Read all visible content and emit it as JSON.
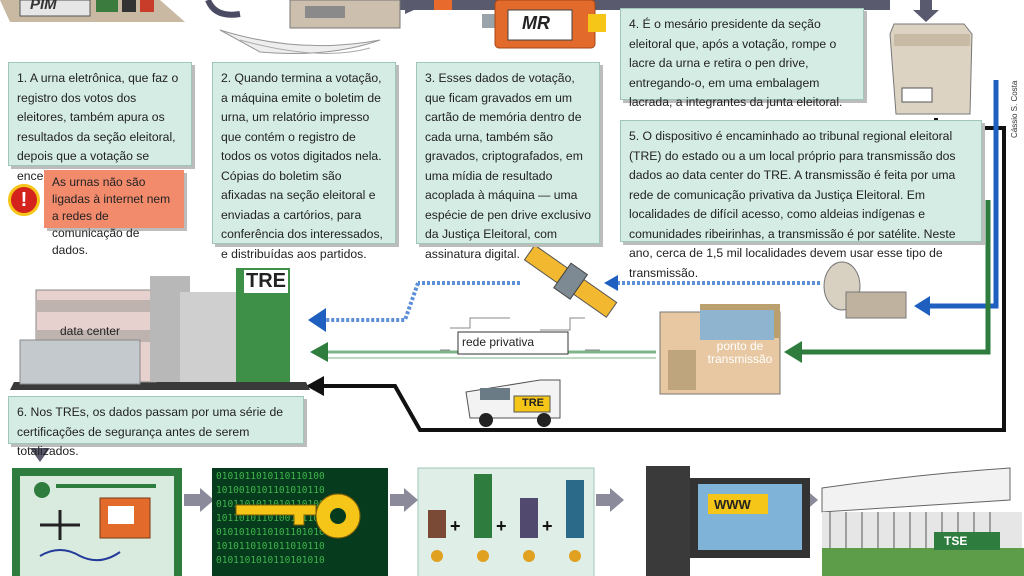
{
  "steps": [
    {
      "text": "1. A urna eletrônica, que faz o registro dos votos dos eleitores, também apura os resultados da seção eleitoral, depois que a votação se encerra."
    },
    {
      "text": "2. Quando termina a votação, a máquina emite o boletim de urna, um relatório impresso que contém o registro de todos os votos digitados nela. Cópias do boletim são afixadas na seção eleitoral e enviadas a cartórios, para conferência dos interessados, e distribuídas aos partidos."
    },
    {
      "text": "3. Esses dados de votação, que ficam gravados em um cartão de memória dentro de cada urna, também são gravados, criptografados, em uma mídia de resultado acoplada à máquina — uma espécie de pen drive exclusivo da Justiça Eleitoral, com assinatura digital."
    },
    {
      "text": "4. É o mesário presidente da seção eleitoral que, após a votação, rompe o lacre da urna e retira o pen drive, entregando-o, em uma embalagem lacrada, a integrantes da junta eleitoral."
    },
    {
      "text": "5. O dispositivo é encaminhado ao tribunal regional eleitoral (TRE) do estado ou a um local próprio para transmissão dos dados ao data center do TRE. A transmissão é feita por uma rede de comunicação privativa da Justiça Eleitoral. Em localidades de difícil acesso, como aldeias indígenas e comunidades ribeirinhas, a transmissão é por satélite. Neste ano, cerca de 1,5 mil localidades devem usar esse tipo de transmissão."
    },
    {
      "text": "6. Nos TREs, os dados passam por uma série de certificações de segurança antes de serem totalizados."
    }
  ],
  "warning": "As urnas não são ligadas à internet nem a redes de comunicação de dados.",
  "warning_icon": "!",
  "labels": {
    "urna": "PIM",
    "mr": "MR",
    "tre_building": "TRE",
    "data_center": "data center",
    "rede_privativa": "rede privativa",
    "ponto_transmissao": "ponto de transmissão",
    "van": "TRE",
    "www": "WWW",
    "tse": "TSE",
    "binary": [
      "0101011010110110100",
      "1010010101101010110",
      "0101101011010110100",
      "1011010110100101101",
      "0101010110101101010",
      "1010110101011010110",
      "0101101010110101010"
    ]
  },
  "credit": "Cássio S. Costa",
  "colors": {
    "box_bg": "#d5ece4",
    "warning_bg": "#f28a6c",
    "blue_arrow": "#1f5fc0",
    "green_arrow": "#2e7d3e",
    "black_line": "#111111"
  }
}
